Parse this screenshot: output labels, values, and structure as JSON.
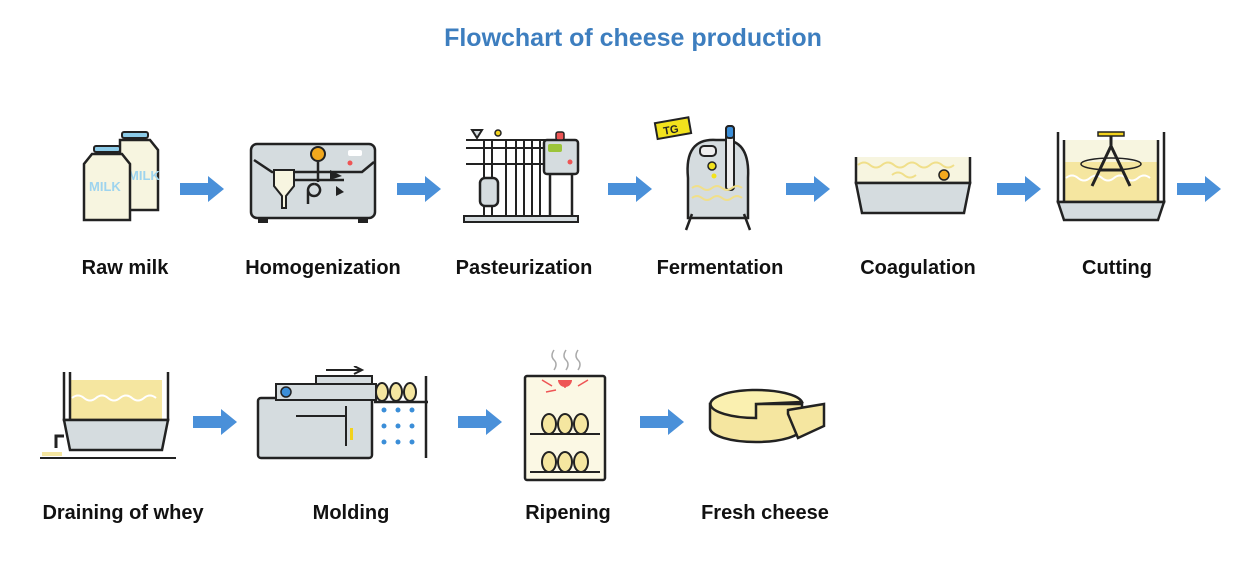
{
  "title": "Flowchart of cheese production",
  "steps": [
    {
      "label": "Raw milk",
      "icon": "milk-bottles-icon"
    },
    {
      "label": "Homogenization",
      "icon": "homogenizer-icon"
    },
    {
      "label": "Pasteurization",
      "icon": "pasteurizer-icon"
    },
    {
      "label": "Fermentation",
      "icon": "fermentation-tank-icon"
    },
    {
      "label": "Coagulation",
      "icon": "coagulation-vat-icon"
    },
    {
      "label": "Cutting",
      "icon": "cutting-vat-icon"
    },
    {
      "label": "Draining of whey",
      "icon": "draining-vat-icon"
    },
    {
      "label": "Molding",
      "icon": "molding-machine-icon"
    },
    {
      "label": "Ripening",
      "icon": "ripening-cabinet-icon"
    },
    {
      "label": "Fresh cheese",
      "icon": "cheese-wheel-icon"
    }
  ],
  "icon_text": {
    "milk": "MILK",
    "tg": "TG"
  },
  "colors": {
    "title": "#3d7ebf",
    "arrow": "#4a90d9",
    "machine": "#d5dcdf",
    "cream": "#f7f5e0",
    "curd": "#f5e6a0",
    "accent": "#f2a81d"
  }
}
